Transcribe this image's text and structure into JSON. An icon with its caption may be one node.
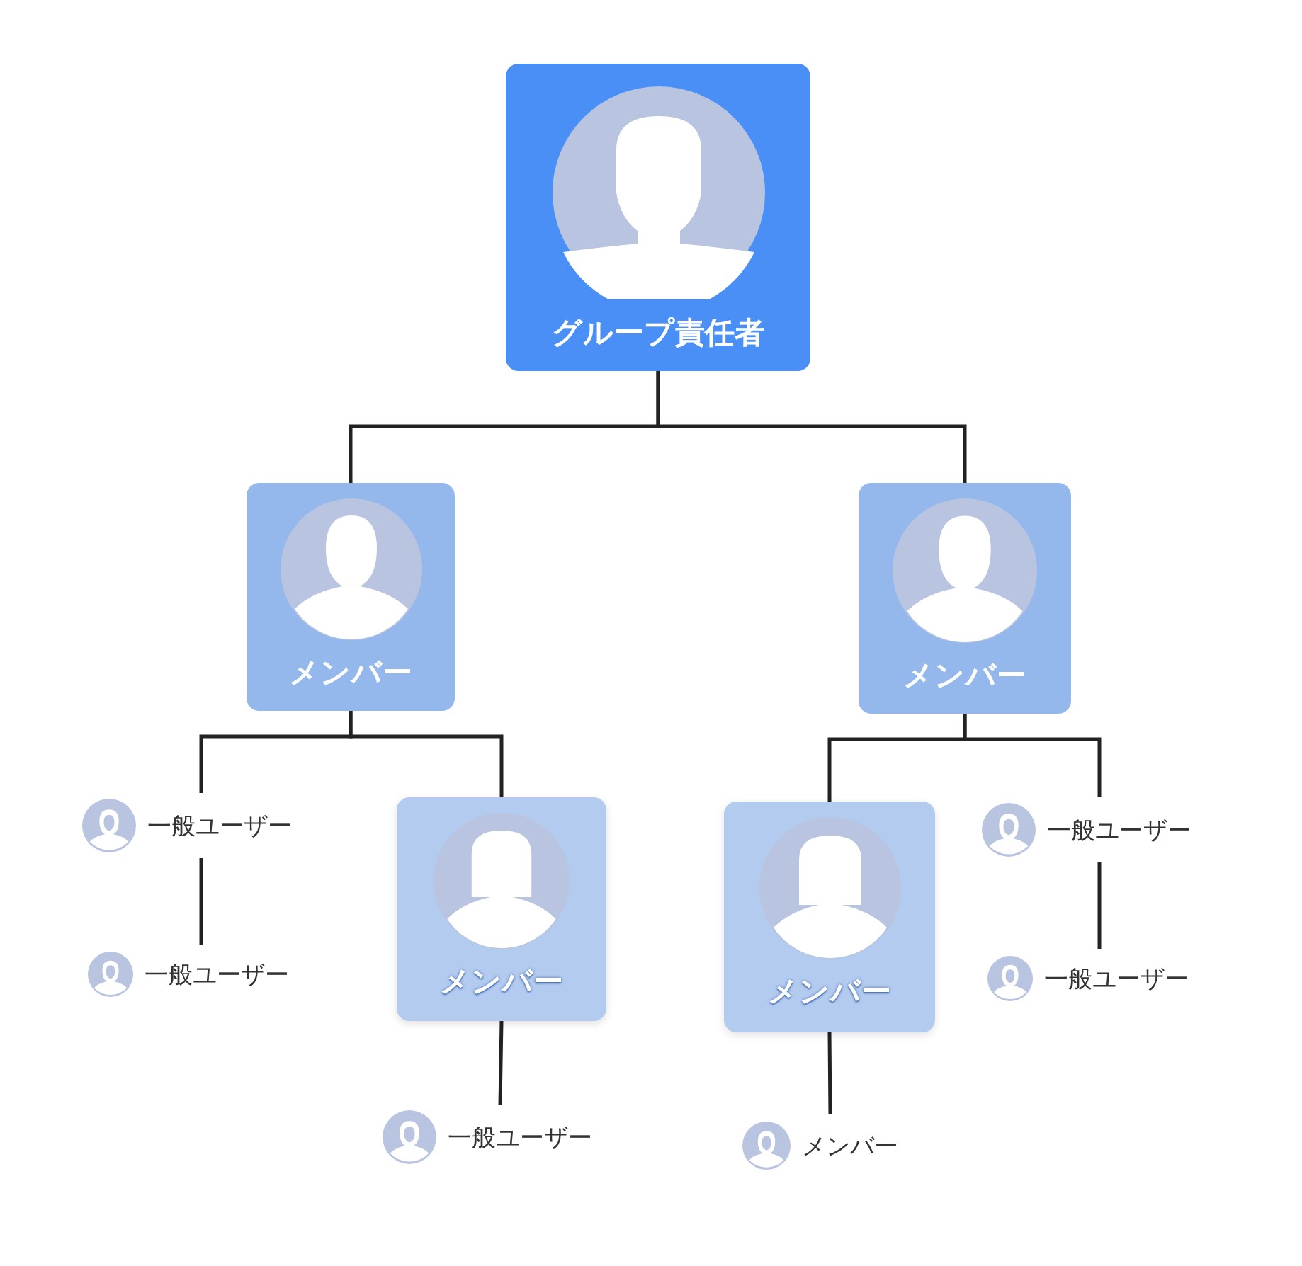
{
  "diagram": {
    "nodes": [
      {
        "text": [
          "グループ責任者"
        ]
      },
      {
        "text": [
          "メンバー"
        ]
      },
      {
        "text": [
          "メンバー"
        ]
      },
      {
        "text": [
          "一般ユーザー"
        ]
      },
      {
        "text": [
          "一般ユーザー"
        ]
      },
      {
        "text": [
          "メンバー"
        ]
      },
      {
        "text": [
          "一般ユーザー"
        ]
      },
      {
        "text": [
          "メンバー"
        ]
      },
      {
        "text": [
          "一般ユーザー"
        ]
      },
      {
        "text": [
          "一般ユーザー"
        ]
      },
      {
        "text": [
          "メンバー"
        ]
      }
    ],
    "edges": [
      {
        "from": 0,
        "to": 1,
        "arrow": "none"
      },
      {
        "from": 0,
        "to": 2,
        "arrow": "none"
      },
      {
        "from": 1,
        "to": 3,
        "arrow": "none"
      },
      {
        "from": 1,
        "to": 5,
        "arrow": "none"
      },
      {
        "from": 3,
        "to": 4,
        "arrow": "none"
      },
      {
        "from": 5,
        "to": 6,
        "arrow": "none"
      },
      {
        "from": 2,
        "to": 7,
        "arrow": "none"
      },
      {
        "from": 2,
        "to": 8,
        "arrow": "none"
      },
      {
        "from": 8,
        "to": 9,
        "arrow": "none"
      },
      {
        "from": 7,
        "to": 10,
        "arrow": "none"
      }
    ]
  }
}
